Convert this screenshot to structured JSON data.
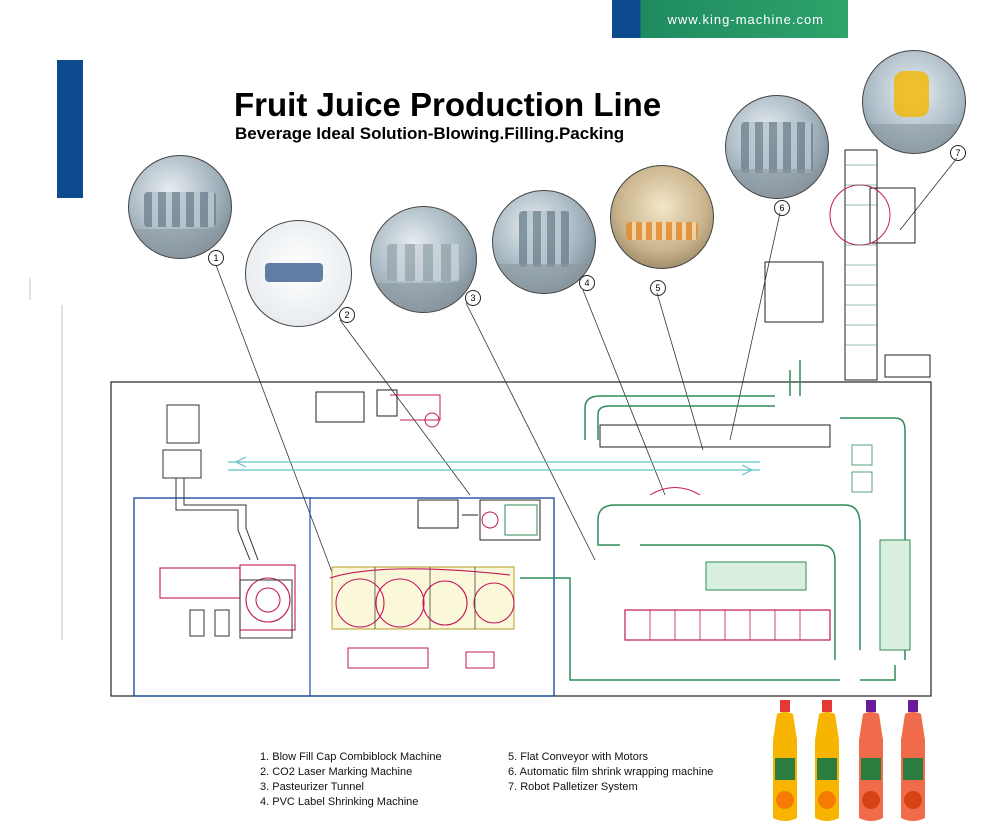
{
  "banner": {
    "url": "www.king-machine.com"
  },
  "header": {
    "title": "Fruit Juice Production Line",
    "subtitle": "Beverage Ideal Solution-Blowing.Filling.Packing"
  },
  "callouts": [
    "1",
    "2",
    "3",
    "4",
    "5",
    "6",
    "7"
  ],
  "legend_left": [
    "1. Blow Fill Cap Combiblock Machine",
    "2. CO2 Laser Marking Machine",
    "3. Pasteurizer Tunnel",
    "4. PVC Label Shrinking Machine"
  ],
  "legend_right": [
    "5. Flat Conveyor with Motors",
    "6. Automatic film shrink wrapping machine",
    "7. Robot Palletizer System"
  ],
  "colors": {
    "brand_blue": "#0d4b8f",
    "brand_green": "#2fa36b",
    "conveyor_green": "#2e8b57",
    "machine_red": "#c2185b",
    "outline_black": "#222222"
  },
  "icons": [
    "machine-photo-icon",
    "juice-bottle-icon"
  ]
}
